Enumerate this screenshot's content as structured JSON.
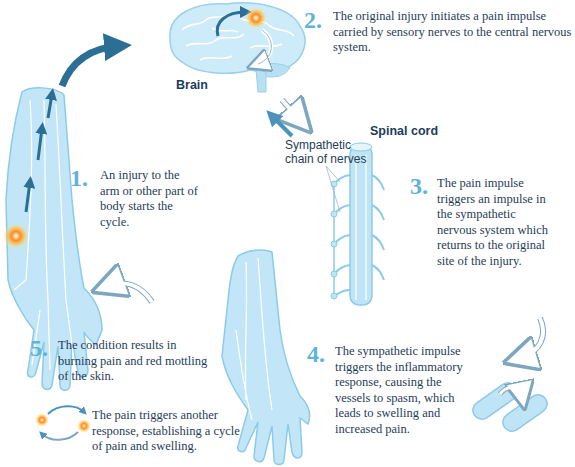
{
  "diagram": {
    "labels": [
      "2.",
      "The original injury initiates a pain impulse carried by sensory nerves to the central nervous system.",
      "Brain",
      "Spinal cord",
      "Sympathetic chain of nerves",
      "1.",
      "An injury to the arm or other part of body starts the cycle.",
      "3.",
      "The pain impulse triggers an impulse in the sympathetic nervous system which returns to the original site of the injury.",
      "5.",
      "The condition results in burning pain and red mottling of the skin.",
      "4.",
      "The sympathetic impulse triggers the inflammatory response, causing the vessels to spasm, which leads to swelling and increased pain.",
      "The pain triggers another response, establishing a cycle of pain and swelling."
    ]
  }
}
